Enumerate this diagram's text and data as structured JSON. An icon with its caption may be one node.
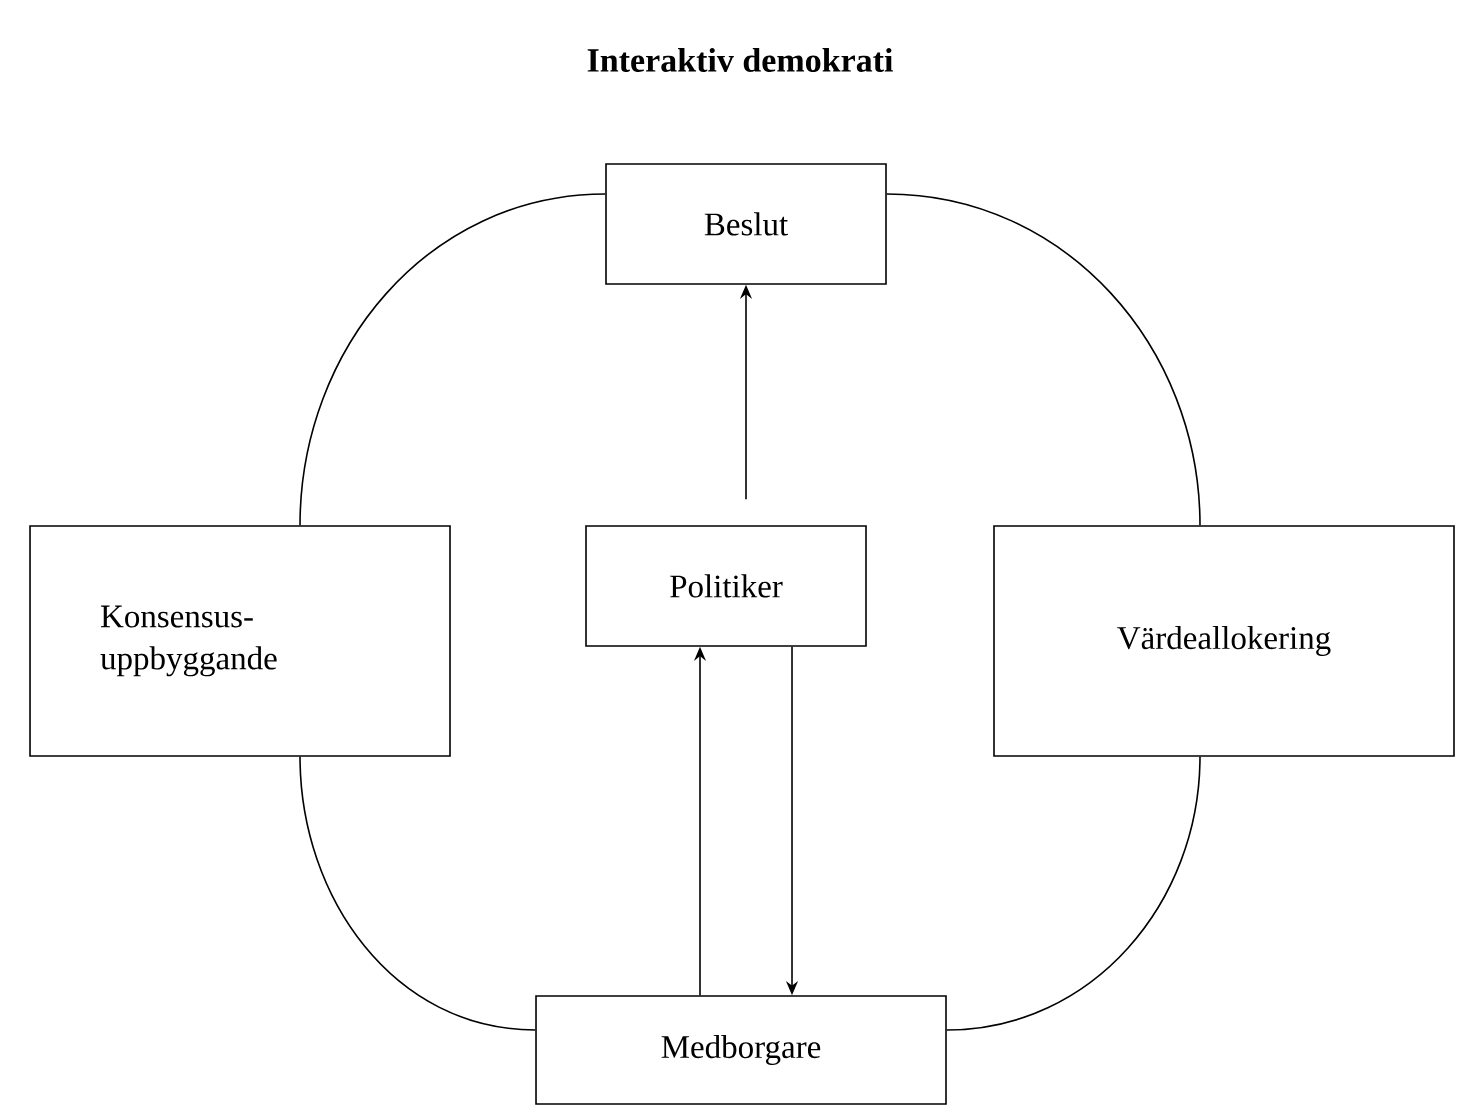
{
  "diagram": {
    "title": "Interaktiv demokrati",
    "nodes": [
      {
        "text": [
          "Beslut"
        ]
      },
      {
        "text": [
          "Konsensus- uppbyggande"
        ]
      },
      {
        "text": [
          "Politiker"
        ]
      },
      {
        "text": [
          "Värdeallokering"
        ]
      },
      {
        "text": [
          "Medborgare"
        ]
      }
    ],
    "edges": [
      {
        "from": 0,
        "to": 1,
        "arrow": "none"
      },
      {
        "from": 0,
        "to": 3,
        "arrow": "none"
      },
      {
        "from": 1,
        "to": 4,
        "arrow": "none"
      },
      {
        "from": 3,
        "to": 4,
        "arrow": "none"
      },
      {
        "from": 2,
        "to": 0,
        "arrow": "to"
      },
      {
        "from": 4,
        "to": 2,
        "arrow": "to"
      },
      {
        "from": 2,
        "to": 4,
        "arrow": "to"
      }
    ]
  }
}
